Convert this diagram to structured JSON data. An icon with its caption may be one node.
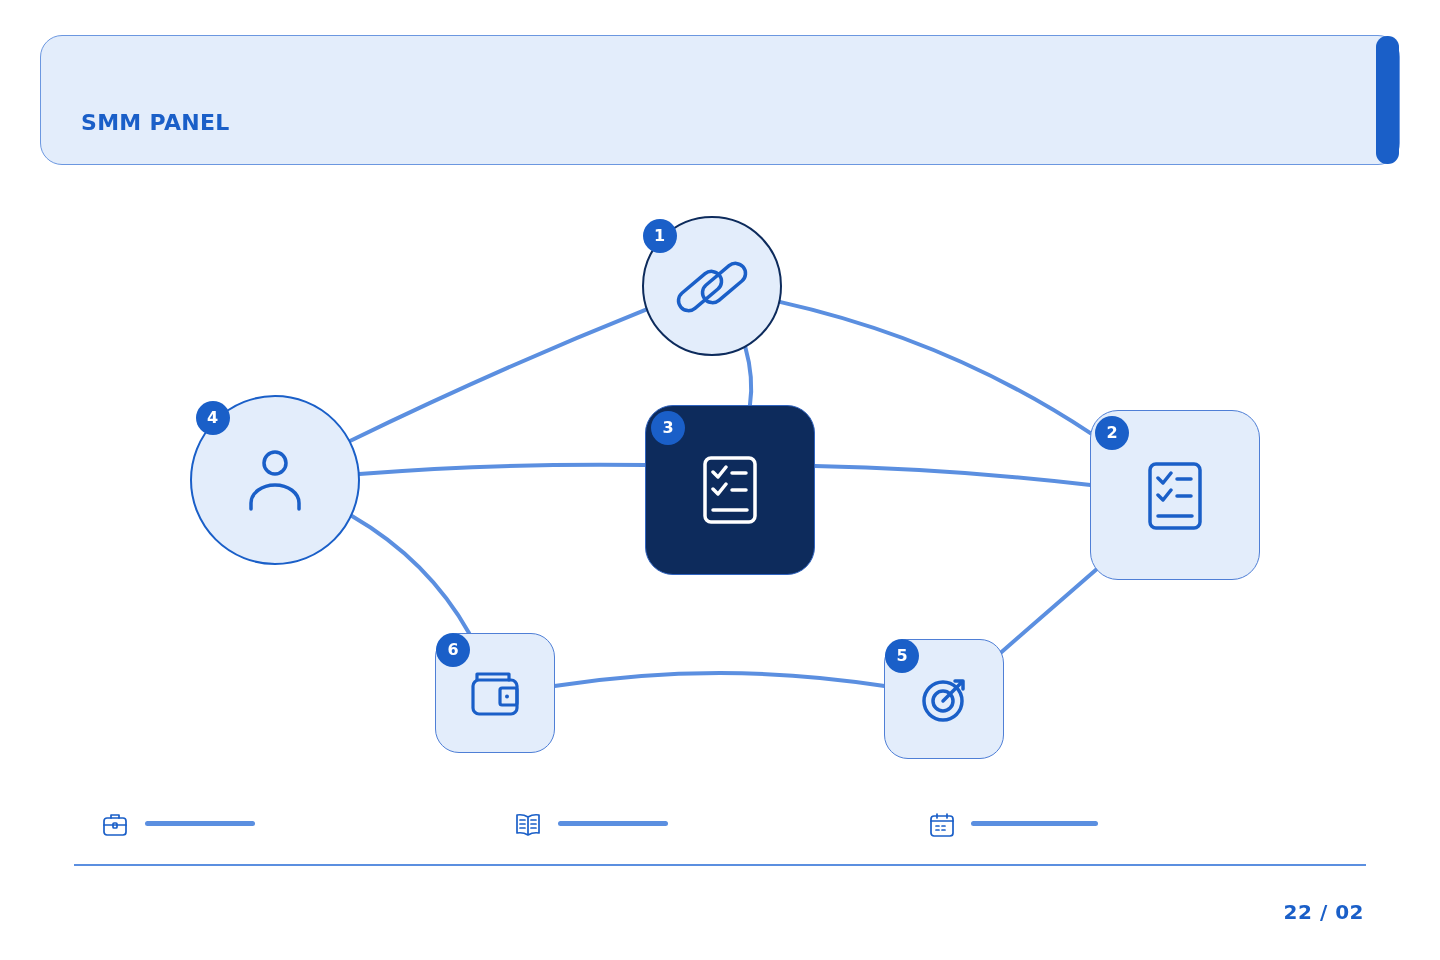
{
  "diagram": {
    "nodes": [
      {
        "text": [
          "SMM PANEL"
        ]
      },
      {
        "text": [
          "1"
        ]
      },
      {
        "text": [
          "4"
        ]
      },
      {
        "text": [
          "3"
        ]
      },
      {
        "text": [
          "2"
        ]
      },
      {
        "text": [
          "6"
        ]
      },
      {
        "text": [
          "5"
        ]
      }
    ],
    "edges": [
      {
        "from": 1,
        "to": 2,
        "arrow": "none"
      },
      {
        "from": 1,
        "to": 4,
        "arrow": "none"
      },
      {
        "from": 1,
        "to": 3,
        "arrow": "none"
      },
      {
        "from": 2,
        "to": 3,
        "arrow": "none"
      },
      {
        "from": 3,
        "to": 4,
        "arrow": "none"
      },
      {
        "from": 2,
        "to": 5,
        "arrow": "none"
      },
      {
        "from": 5,
        "to": 6,
        "arrow": "none"
      },
      {
        "from": 6,
        "to": 4,
        "arrow": "none"
      }
    ],
    "labels": [
      "22 / 02"
    ]
  }
}
